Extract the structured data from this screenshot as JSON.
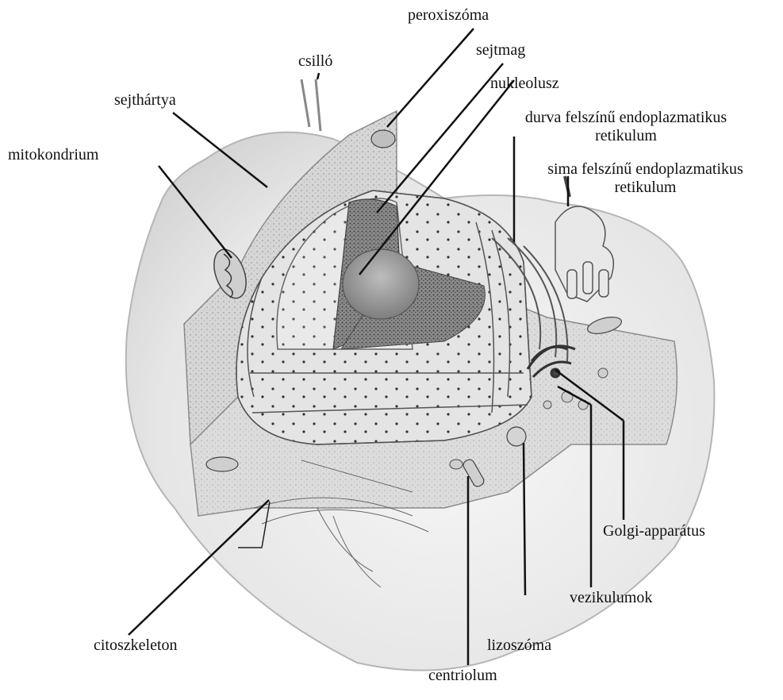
{
  "labels": {
    "peroxiszoma": "peroxiszóma",
    "sejtmag": "sejtmag",
    "csillo": "csilló",
    "nukleolusz": "nukleolusz",
    "sejthartya": "sejthártya",
    "durva_er_1": "durva felszínű endoplazmatikus",
    "durva_er_2": "retikulum",
    "mitokondrium": "mitokondrium",
    "sima_er_1": "sima felszínű endoplazmatikus",
    "sima_er_2": "retikulum",
    "golgi": "Golgi-apparátus",
    "vezikulumok": "vezikulumok",
    "citoszkeleton": "citoszkeleton",
    "lizoszoma": "lizoszóma",
    "centriolum": "centriolum"
  },
  "colors": {
    "background": "#ffffff",
    "cell_light": "#efefef",
    "cell_mid": "#d9d9d9",
    "cell_dark": "#9a9a9a",
    "ink": "#111111"
  }
}
